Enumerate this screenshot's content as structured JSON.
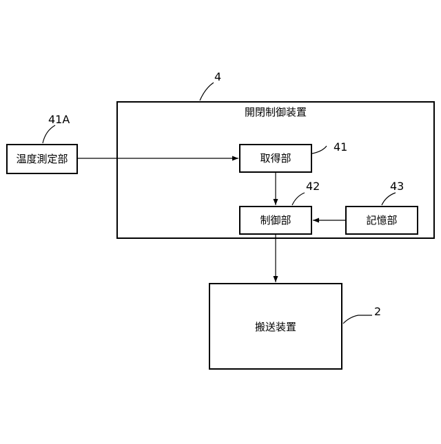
{
  "diagram": {
    "controller": {
      "ref": "4",
      "title": "開閉制御装置"
    },
    "temperature_unit": {
      "ref": "41A",
      "label": "温度測定部"
    },
    "acquisition_unit": {
      "ref": "41",
      "label": "取得部"
    },
    "control_unit": {
      "ref": "42",
      "label": "制御部"
    },
    "storage_unit": {
      "ref": "43",
      "label": "記憶部"
    },
    "transport_device": {
      "ref": "2",
      "label": "搬送装置"
    }
  },
  "colors": {
    "line": "#000000",
    "background": "#ffffff"
  }
}
